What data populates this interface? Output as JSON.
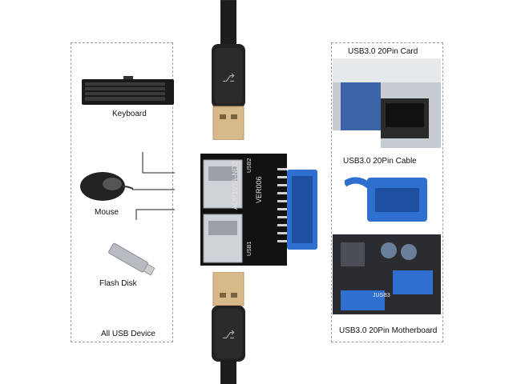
{
  "left_panel": {
    "items": [
      {
        "label": "Keyboard",
        "icon": "keyboard-icon"
      },
      {
        "label": "Mouse",
        "icon": "mouse-icon"
      },
      {
        "label": "Flash Disk",
        "icon": "flash-disk-icon"
      }
    ],
    "footer": "All USB Device"
  },
  "right_panel": {
    "items": [
      {
        "label": "USB3.0 20Pin Card",
        "icon": "usb3-20pin-card-icon"
      },
      {
        "label": "USB3.0 20Pin Cable",
        "icon": "usb3-20pin-cable-icon"
      },
      {
        "label": "USB3.0 20Pin Motherboard",
        "icon": "usb3-20pin-motherboard-icon"
      }
    ]
  },
  "adapter": {
    "model": "ADP19TA-ND2",
    "version": "VER006",
    "port_top": "USB2",
    "port_bottom": "USB1"
  },
  "motherboard_silk": "JUSB3",
  "colors": {
    "connector_blue": "#2f6fd0",
    "cable_black": "#1c1c1c",
    "plug_metal": "#d8b98a",
    "pcb_black": "#111111"
  }
}
